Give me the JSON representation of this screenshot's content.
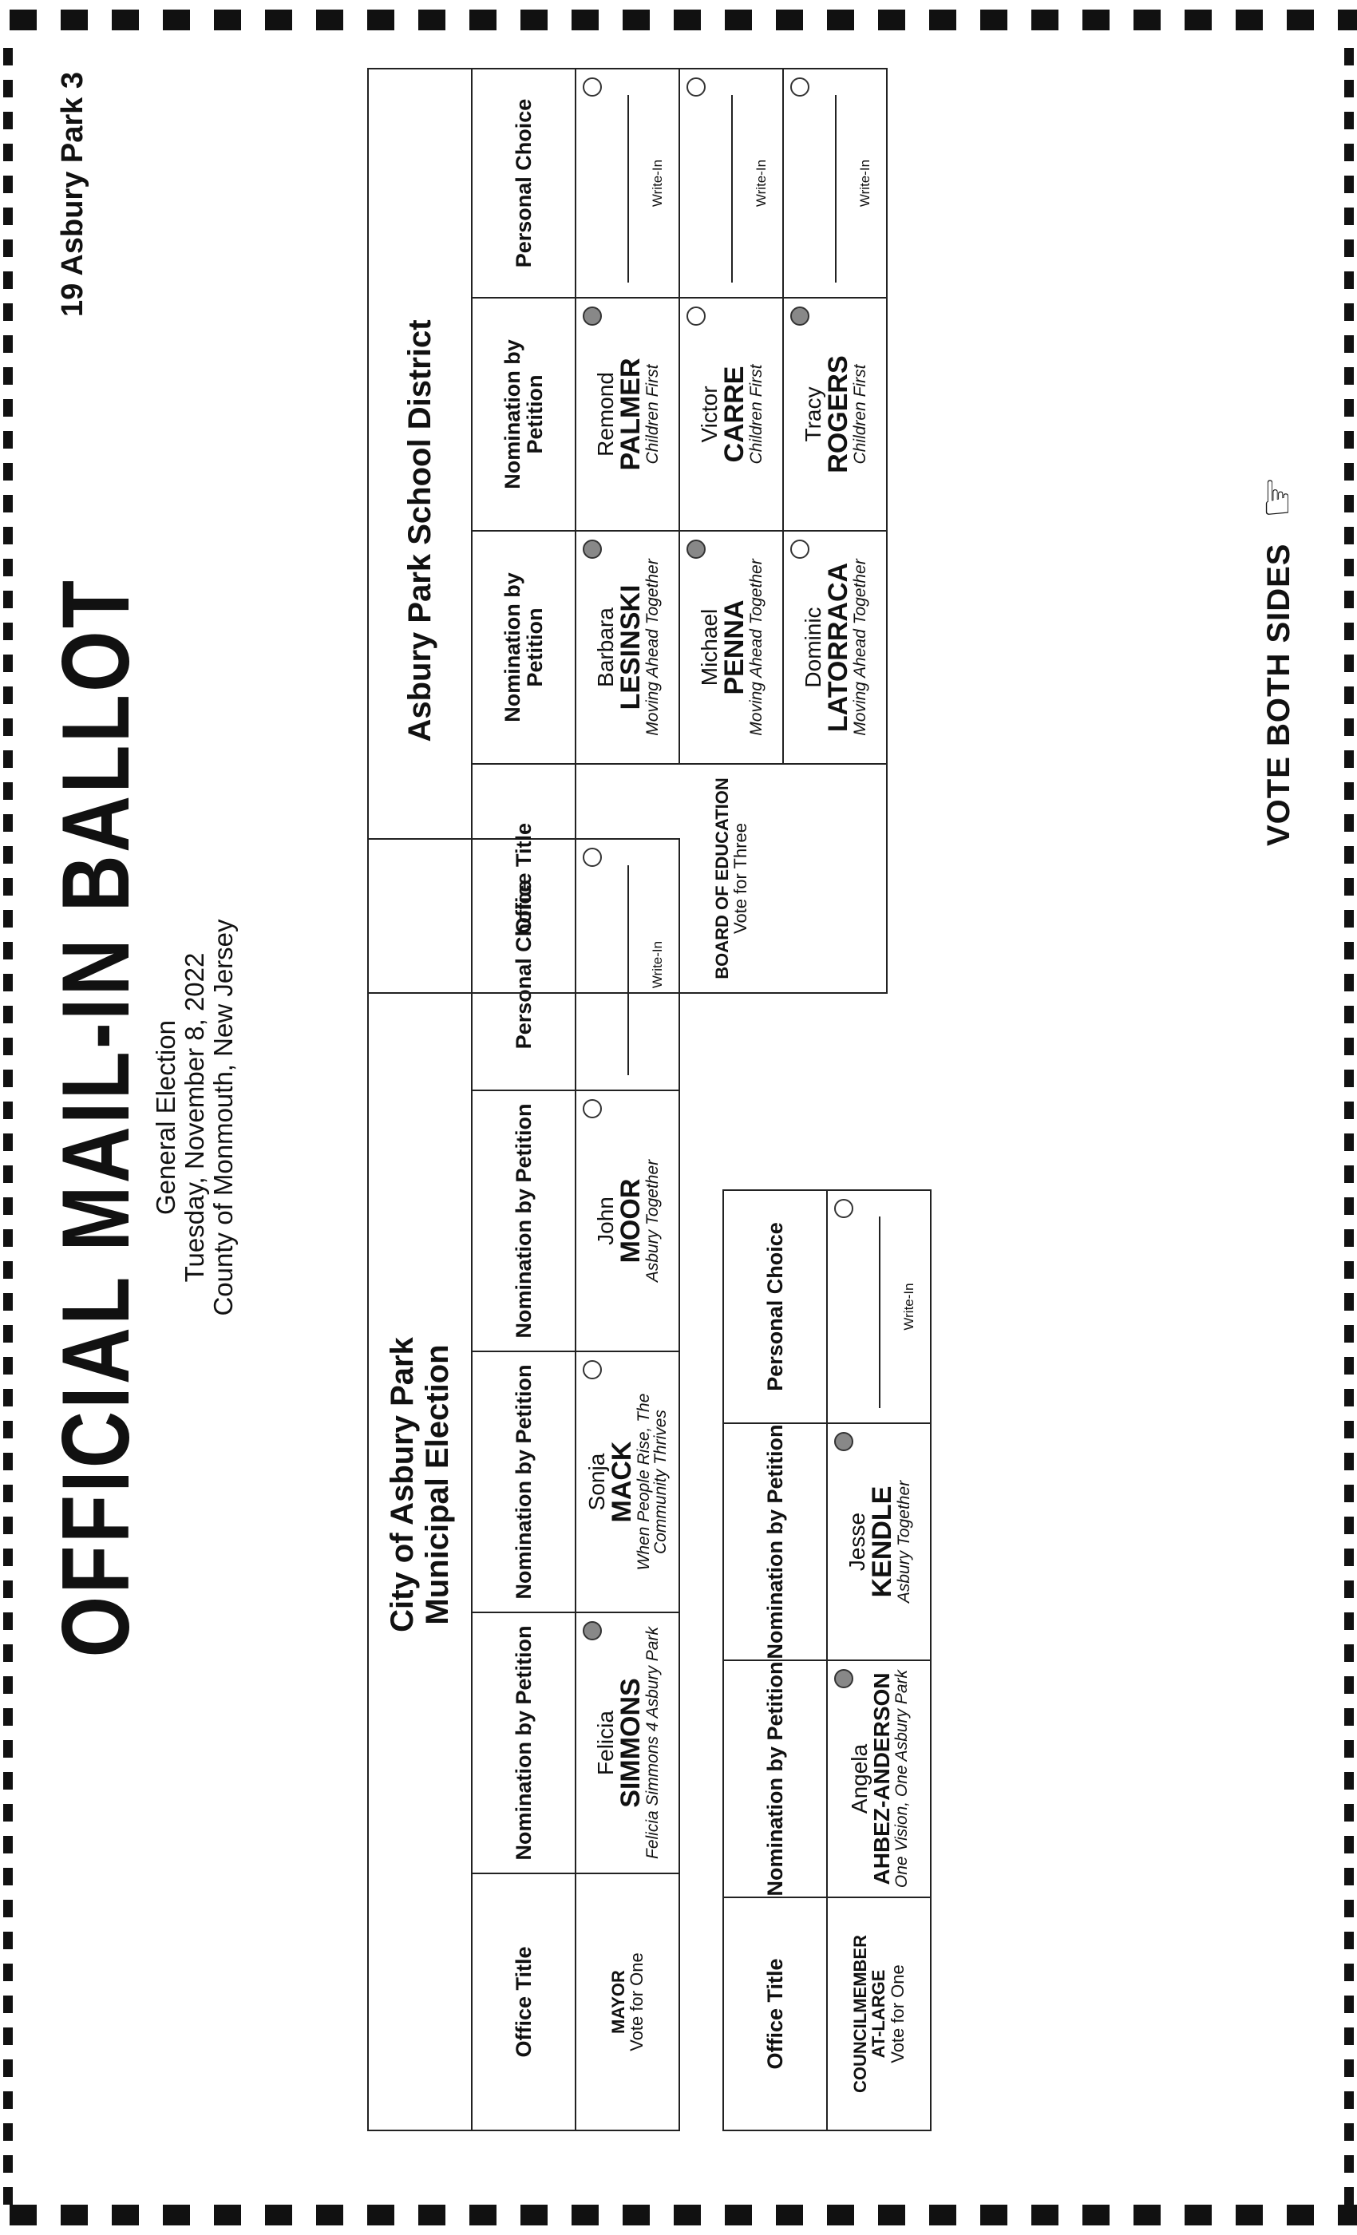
{
  "ballot_id": "19 Asbury Park 3",
  "title": "OFFICIAL MAIL-IN BALLOT",
  "election": "General Election",
  "date": "Tuesday, November 8, 2022",
  "county": "County of Monmouth, New Jersey",
  "footer": "VOTE BOTH SIDES",
  "hand_icon": "pointing-hand",
  "municipal": {
    "heading_line1": "City of Asbury Park",
    "heading_line2": "Municipal Election",
    "col_office": "Office Title",
    "col_nom": "Nomination by Petition",
    "col_personal": "Personal Choice",
    "writein": "Write-In",
    "mayor": {
      "office": "MAYOR",
      "vote": "Vote for One",
      "candidates": [
        {
          "first": "Felicia",
          "last": "SIMMONS",
          "slogan": "Felicia Simmons 4 Asbury Park",
          "marked": true
        },
        {
          "first": "Sonja",
          "last": "MACK",
          "slogan": "When People Rise, The Community Thrives",
          "marked": false
        },
        {
          "first": "John",
          "last": "MOOR",
          "slogan": "Asbury Together",
          "marked": false
        }
      ]
    },
    "council": {
      "office_line1": "COUNCILMEMBER",
      "office_line2": "AT-LARGE",
      "vote": "Vote for One",
      "candidates": [
        {
          "first": "Angela",
          "last": "AHBEZ-ANDERSON",
          "slogan": "One Vision, One Asbury Park",
          "marked": true
        },
        {
          "first": "Jesse",
          "last": "KENDLE",
          "slogan": "Asbury Together",
          "marked": true
        }
      ]
    }
  },
  "school": {
    "heading": "Asbury Park School District",
    "col_office": "Office Title",
    "col_nom": "Nomination by Petition",
    "col_personal": "Personal Choice",
    "writein": "Write-In",
    "office": "BOARD OF EDUCATION",
    "vote": "Vote for Three",
    "rows": [
      [
        {
          "first": "Barbara",
          "last": "LESINSKI",
          "slogan": "Moving Ahead Together",
          "marked": true
        },
        {
          "first": "Remond",
          "last": "PALMER",
          "slogan": "Children First",
          "marked": true
        }
      ],
      [
        {
          "first": "Michael",
          "last": "PENNA",
          "slogan": "Moving Ahead Together",
          "marked": true
        },
        {
          "first": "Victor",
          "last": "CARRE",
          "slogan": "Children First",
          "marked": false
        }
      ],
      [
        {
          "first": "Dominic",
          "last": "LATORRACA",
          "slogan": "Moving Ahead Together",
          "marked": false
        },
        {
          "first": "Tracy",
          "last": "ROGERS",
          "slogan": "Children First",
          "marked": true
        }
      ]
    ]
  }
}
